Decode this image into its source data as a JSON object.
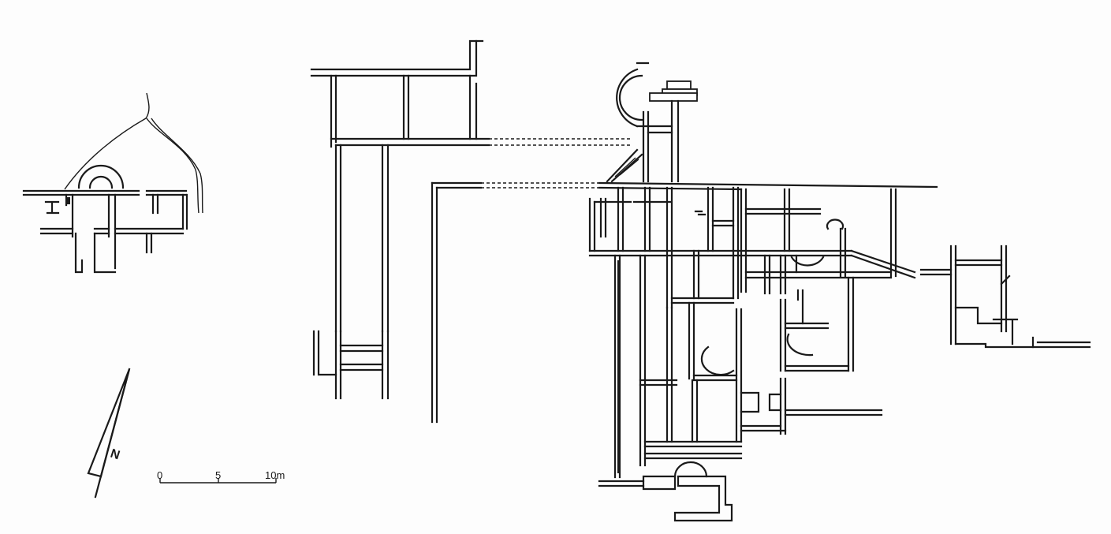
{
  "scale_bar": {
    "ticks": [
      "0",
      "5",
      "10m"
    ]
  },
  "north_arrow": {
    "label": "N"
  }
}
